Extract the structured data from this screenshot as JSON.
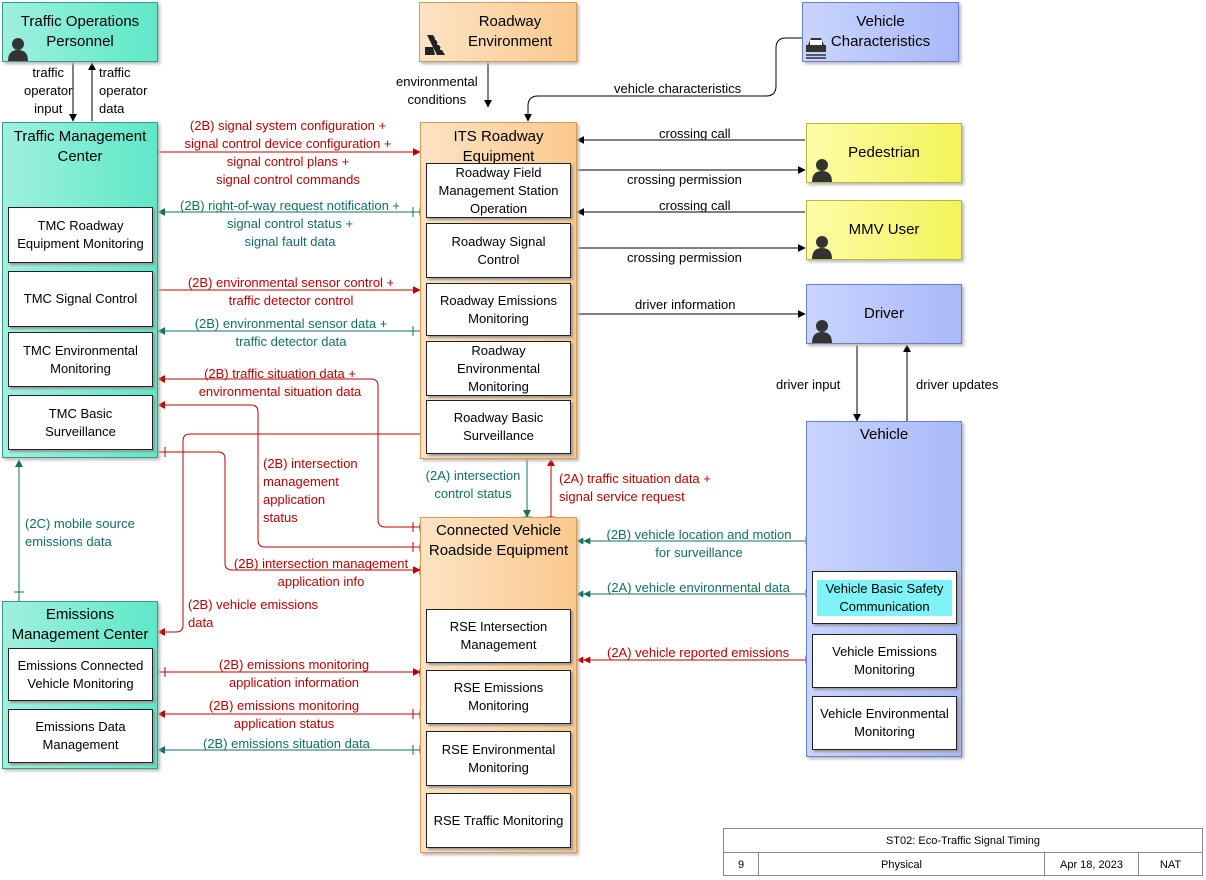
{
  "entities": {
    "traffic_operations_personnel": "Traffic Operations Personnel",
    "roadway_environment": "Roadway Environment",
    "vehicle_characteristics": "Vehicle Characteristics",
    "traffic_management_center": "Traffic Management Center",
    "its_roadway_equipment": "ITS Roadway Equipment",
    "pedestrian": "Pedestrian",
    "mmv_user": "MMV User",
    "driver": "Driver",
    "vehicle": "Vehicle",
    "connected_vehicle_roadside_equipment": "Connected Vehicle Roadside Equipment",
    "emissions_management_center": "Emissions Management Center"
  },
  "functional_objects": {
    "tmc_roadway_equipment_monitoring": "TMC Roadway Equipment Monitoring",
    "tmc_signal_control": "TMC Signal Control",
    "tmc_environmental_monitoring": "TMC Environmental Monitoring",
    "tmc_basic_surveillance": "TMC Basic Surveillance",
    "roadway_field_management_station_operation": "Roadway Field Management Station Operation",
    "roadway_signal_control": "Roadway Signal Control",
    "roadway_emissions_monitoring": "Roadway Emissions Monitoring",
    "roadway_environmental_monitoring": "Roadway Environmental Monitoring",
    "roadway_basic_surveillance": "Roadway Basic Surveillance",
    "rse_intersection_management": "RSE Intersection Management",
    "rse_emissions_monitoring": "RSE Emissions Monitoring",
    "rse_environmental_monitoring": "RSE Environmental Monitoring",
    "rse_traffic_monitoring": "RSE Traffic Monitoring",
    "emissions_connected_vehicle_monitoring": "Emissions Connected Vehicle Monitoring",
    "emissions_data_management": "Emissions Data Management",
    "vehicle_basic_safety_communication": "Vehicle Basic Safety Communication",
    "vehicle_emissions_monitoring": "Vehicle Emissions Monitoring",
    "vehicle_environmental_monitoring": "Vehicle Environmental Monitoring"
  },
  "flows": {
    "traffic_operator_input": "traffic operator input",
    "traffic_operator_data": "traffic operator data",
    "environmental_conditions": "environmental conditions",
    "vehicle_characteristics": "vehicle characteristics",
    "signal_config": "(2B) signal system configuration + signal control device configuration + signal control plans + signal control commands",
    "row_request": "(2B) right-of-way request notification + signal control status + signal fault data",
    "env_sensor_control": "(2B) environmental sensor control + traffic detector control",
    "env_sensor_data": "(2B) environmental sensor data + traffic detector data",
    "traffic_situation_2b": "(2B) traffic situation data + environmental situation data",
    "intersection_mgmt_status": "(2B) intersection management application status",
    "intersection_mgmt_info": "(2B) intersection management application info",
    "vehicle_emissions_data": "(2B) vehicle emissions data",
    "mobile_source_emissions": "(2C) mobile source emissions data",
    "emissions_monitoring_info": "(2B) emissions monitoring application information",
    "emissions_monitoring_status": "(2B) emissions monitoring application status",
    "emissions_situation": "(2B) emissions situation data",
    "intersection_control_status": "(2A) intersection control status",
    "traffic_situation_2a": "(2A) traffic situation data + signal service request",
    "vehicle_location_motion": "(2B) vehicle location and motion for surveillance",
    "vehicle_environmental_data": "(2A) vehicle environmental data",
    "vehicle_reported_emissions": "(2A) vehicle reported emissions",
    "crossing_call_ped": "crossing call",
    "crossing_permission_ped": "crossing permission",
    "crossing_call_mmv": "crossing call",
    "crossing_permission_mmv": "crossing permission",
    "driver_information": "driver information",
    "driver_input": "driver input",
    "driver_updates": "driver updates"
  },
  "flow_lines": {
    "signal_config": [
      "(2B) signal system configuration +",
      "signal control device configuration +",
      "signal control plans +",
      "signal control commands"
    ],
    "row_request": [
      "(2B) right-of-way request notification +",
      "signal control status +",
      "signal fault data"
    ],
    "env_sensor_control": [
      "(2B) environmental sensor control +",
      "traffic detector control"
    ],
    "env_sensor_data": [
      "(2B) environmental sensor data +",
      "traffic detector data"
    ],
    "traffic_situation_2b": [
      "(2B) traffic situation data +",
      "environmental situation data"
    ],
    "intersection_mgmt_status": [
      "(2B) intersection",
      "management",
      "application",
      "status"
    ],
    "intersection_mgmt_info": [
      "(2B) intersection management",
      "application info"
    ],
    "vehicle_emissions_data": [
      "(2B) vehicle emissions",
      "data"
    ],
    "mobile_source_emissions": [
      "(2C) mobile source",
      "emissions data"
    ],
    "emissions_monitoring_info": [
      "(2B) emissions monitoring",
      "application information"
    ],
    "emissions_monitoring_status": [
      "(2B) emissions monitoring",
      "application status"
    ],
    "intersection_control_status": [
      "(2A) intersection",
      "control status"
    ],
    "traffic_situation_2a": [
      "(2A) traffic situation data +",
      "signal service request"
    ],
    "vehicle_location_motion": [
      "(2B) vehicle location and motion",
      "for surveillance"
    ],
    "traffic_operator_input": [
      "traffic",
      "operator",
      "input"
    ],
    "traffic_operator_data": [
      "traffic",
      "operator",
      "data"
    ],
    "environmental_conditions": [
      "environmental",
      "conditions"
    ]
  },
  "title_block": {
    "title": "ST02: Eco-Traffic Signal Timing",
    "page": "9",
    "view": "Physical",
    "date": "Apr 18, 2023",
    "author": "NAT"
  },
  "colors": {
    "center_teal": "#5ee8c7",
    "field_orange": "#fbc98e",
    "vehicle_blue": "#a9b9f8",
    "traveler_yellow": "#f3f35a",
    "flow_red": "#c00000",
    "flow_teal": "#11705e",
    "highlight_cyan": "#7ff3f7"
  },
  "icons": {
    "person": "person-icon",
    "road": "road-icon",
    "car": "car-icon"
  }
}
